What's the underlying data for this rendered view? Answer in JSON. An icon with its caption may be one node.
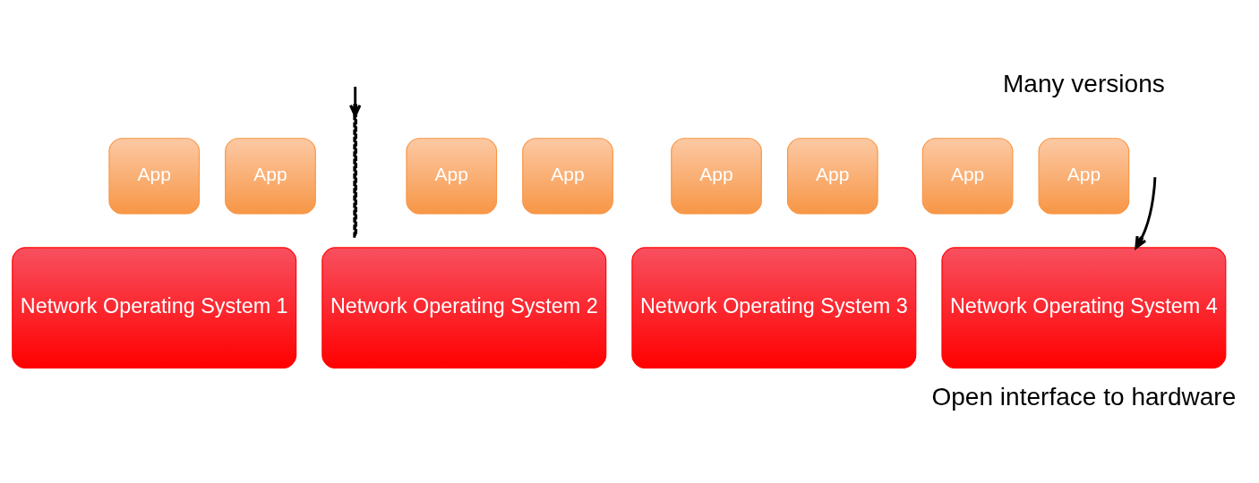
{
  "diagram": {
    "nodes": [
      {
        "text": [
          "App"
        ]
      },
      {
        "text": [
          "App"
        ]
      },
      {
        "text": [
          "Network Operating System 1"
        ]
      },
      {
        "text": [],
        "shape": "bar"
      },
      {
        "text": [
          "App"
        ]
      },
      {
        "text": [
          "App"
        ]
      },
      {
        "text": [
          "Network Operating System 2"
        ]
      },
      {
        "text": [
          "App"
        ]
      },
      {
        "text": [
          "App"
        ]
      },
      {
        "text": [
          "Network Operating System 3"
        ]
      },
      {
        "text": [
          "App"
        ]
      },
      {
        "text": [
          "App"
        ]
      },
      {
        "text": [
          "Network Operating System 4"
        ]
      }
    ],
    "edges": [
      {
        "from": null,
        "to": 3,
        "arrow": "to"
      },
      {
        "from": null,
        "to": 12,
        "arrow": "to"
      }
    ],
    "labels": [
      "Many versions",
      "Open interface to hardware"
    ]
  }
}
